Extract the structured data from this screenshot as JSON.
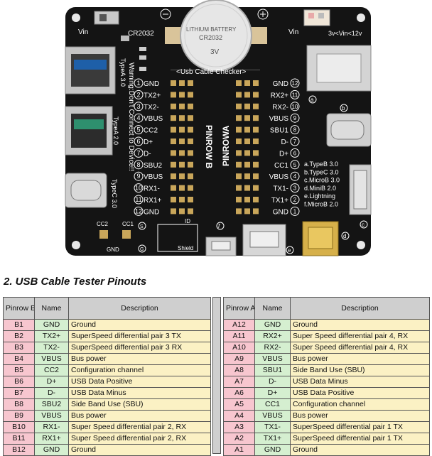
{
  "board": {
    "vin_left": "Vin",
    "cr2032": "CR2032",
    "battery_text_1": "LITHIUM BATTERY",
    "battery_text_2": "CR2032",
    "battery_text_3": "3V",
    "vin_right": "Vin",
    "vin_range": "3v<Vin<12v",
    "checker_title": "<Usb Cable Checker>",
    "warning": "Warning:Don't Connect to Device!!",
    "typea_30": "TypeA 3.0",
    "typea_20": "TypeA 2.0",
    "typec_30": "TypeC 3.0",
    "pinrow_b": "PINROW B",
    "pinrow_a": "PINROWA",
    "left_labels": [
      "GND",
      "TX2+",
      "TX2-",
      "VBUS",
      "CC2",
      "D+",
      "D-",
      "SBU2",
      "VBUS",
      "RX1-",
      "RX1+",
      "GND"
    ],
    "left_numbers": [
      "1",
      "2",
      "3",
      "4",
      "5",
      "6",
      "7",
      "8",
      "9",
      "10",
      "11",
      "12"
    ],
    "right_labels": [
      "GND",
      "RX2+",
      "RX2-",
      "VBUS",
      "SBU1",
      "D-",
      "D+",
      "CC1",
      "VBUS",
      "TX1-",
      "TX1+",
      "GND"
    ],
    "right_numbers": [
      "12",
      "11",
      "10",
      "9",
      "8",
      "7",
      "6",
      "5",
      "4",
      "3",
      "2",
      "1"
    ],
    "port_legend": [
      "a.TypeB 3.0",
      "b.TypeC 3.0",
      "c.MicroB 3.0",
      "d.MiniB 2.0",
      "e.Lightning",
      "f.MicroB 2.0"
    ],
    "cc2": "CC2",
    "cc1": "CC1",
    "gnd": "GND",
    "shield": "Shield",
    "id": "ID",
    "letters": {
      "a": "a",
      "b": "b",
      "c": "c",
      "d": "d",
      "e": "e",
      "f": "f",
      "s": "S",
      "g": "G"
    },
    "minus": "⊖",
    "plus": "⊕"
  },
  "heading": "2. USB Cable Tester Pinouts",
  "table_b": {
    "headers": [
      "Pinrow B",
      "Name",
      "Description"
    ],
    "rows": [
      [
        "B1",
        "GND",
        "Ground"
      ],
      [
        "B2",
        "TX2+",
        "SuperSpeed differential pair 3 TX"
      ],
      [
        "B3",
        "TX2-",
        "SuperSpeed differential pair 3 RX"
      ],
      [
        "B4",
        "VBUS",
        "Bus power"
      ],
      [
        "B5",
        "CC2",
        "Configuration channel"
      ],
      [
        "B6",
        "D+",
        "USB Data Positive"
      ],
      [
        "B7",
        "D-",
        "USB Data Minus"
      ],
      [
        "B8",
        "SBU2",
        "Side Band Use (SBU)"
      ],
      [
        "B9",
        "VBUS",
        "Bus power"
      ],
      [
        "B10",
        "RX1-",
        "Super Speed differential pair 2, RX"
      ],
      [
        "B11",
        "RX1+",
        "Super Speed differential pair 2, RX"
      ],
      [
        "B12",
        "GND",
        "Ground"
      ]
    ]
  },
  "table_a": {
    "headers": [
      "Pinrow A",
      "Name",
      "Description"
    ],
    "rows": [
      [
        "A12",
        "GND",
        "Ground"
      ],
      [
        "A11",
        "RX2+",
        "Super Speed differential pair 4, RX"
      ],
      [
        "A10",
        "RX2-",
        "Super Speed differential pair 4, RX"
      ],
      [
        "A9",
        "VBUS",
        "Bus power"
      ],
      [
        "A8",
        "SBU1",
        "Side Band Use (SBU)"
      ],
      [
        "A7",
        "D-",
        "USB Data Minus"
      ],
      [
        "A6",
        "D+",
        "USB Data Positive"
      ],
      [
        "A5",
        "CC1",
        "Configuration channel"
      ],
      [
        "A4",
        "VBUS",
        "Bus power"
      ],
      [
        "A3",
        "TX1-",
        "SuperSpeed differential pair 1 TX"
      ],
      [
        "A2",
        "TX1+",
        "SuperSpeed differential pair 1 TX"
      ],
      [
        "A1",
        "GND",
        "Ground"
      ]
    ]
  },
  "colors": {
    "pcb": "#141414",
    "silk": "#ffffff",
    "pin_cell": "#f7c6cf",
    "name_cell": "#d5efd0",
    "desc_cell": "#fbf1c4",
    "header_cell": "#cfcfcf"
  }
}
